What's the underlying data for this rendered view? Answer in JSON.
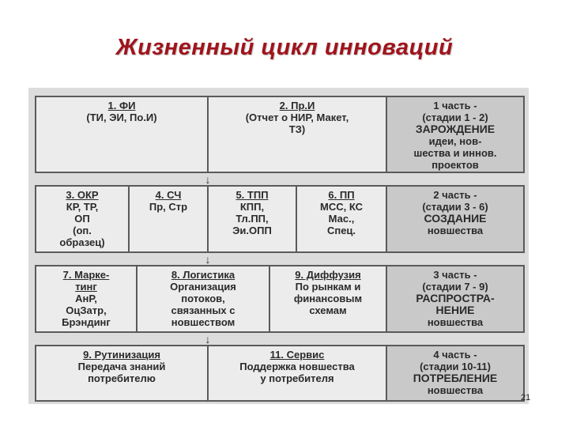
{
  "title": "Жизненный цикл инноваций",
  "page_number": "21",
  "rows": [
    {
      "cells": [
        {
          "head": "1. ФИ",
          "lines": [
            "(ТИ, ЭИ, По.И)"
          ]
        },
        {
          "head": "2. Пр.И",
          "lines": [
            "(Отчет о НИР, Макет,",
            "ТЗ)"
          ]
        },
        {
          "lines": [
            "1 часть -",
            "(стадии 1 - 2)",
            "ЗАРОЖДЕНИЕ",
            "идеи, нов-",
            "шества и иннов.",
            "проектов"
          ]
        }
      ]
    },
    {
      "cells": [
        {
          "head": "3. ОКР",
          "lines": [
            "КР, ТР,",
            "ОП",
            "(оп.",
            "образец)"
          ]
        },
        {
          "head": "4. СЧ",
          "lines": [
            "Пр, Стр"
          ]
        },
        {
          "head": "5. ТПП",
          "lines": [
            "КПП,",
            "Тл.ПП,",
            "Эи.ОПП"
          ]
        },
        {
          "head": "6. ПП",
          "lines": [
            "МСС, КС",
            "Мас.,",
            "Спец."
          ]
        },
        {
          "lines": [
            "2 часть -",
            "(стадии 3 - 6)",
            "СОЗДАНИЕ",
            "новшества"
          ]
        }
      ]
    },
    {
      "cells": [
        {
          "head": "7. Марке-",
          "lines": [
            "тинг",
            "АнР,",
            "ОцЗатр,",
            "Брэндинг"
          ]
        },
        {
          "head": "8. Логистика",
          "lines": [
            "Организация",
            "потоков,",
            "связанных с",
            "новшеством"
          ]
        },
        {
          "head": "9. Диффузия",
          "lines": [
            "По рынкам и",
            "финансовым",
            "схемам"
          ]
        },
        {
          "lines": [
            "3 часть -",
            "(стадии 7 - 9)",
            "РАСПРОСТРА-",
            "НЕНИЕ",
            "новшества"
          ]
        }
      ]
    },
    {
      "cells": [
        {
          "head": "9. Рутинизация",
          "lines": [
            "Передача знаний",
            "потребителю"
          ]
        },
        {
          "head": "11. Сервис",
          "lines": [
            "Поддержка новшества",
            "у потребителя"
          ]
        },
        {
          "lines": [
            "4 часть -",
            "(стадии 10-11)",
            "ПОТРЕБЛЕНИЕ",
            "новшества"
          ]
        }
      ]
    }
  ],
  "arrow_glyph": "↓"
}
